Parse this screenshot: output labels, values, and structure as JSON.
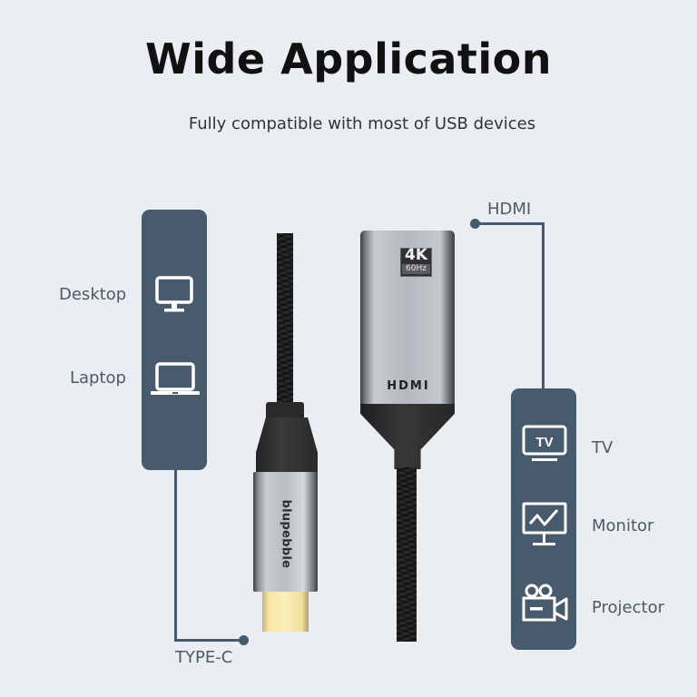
{
  "header": {
    "title": "Wide Application",
    "subtitle": "Fully compatible with most of USB devices"
  },
  "source_panel": {
    "connector_label": "TYPE-C",
    "items": [
      {
        "label": "Desktop",
        "icon": "desktop-monitor-icon"
      },
      {
        "label": "Laptop",
        "icon": "laptop-icon"
      }
    ]
  },
  "target_panel": {
    "connector_label": "HDMI",
    "items": [
      {
        "label": "TV",
        "icon": "tv-icon",
        "icon_text": "TV"
      },
      {
        "label": "Monitor",
        "icon": "monitor-chart-icon"
      },
      {
        "label": "Projector",
        "icon": "projector-camera-icon"
      }
    ]
  },
  "product": {
    "usb_c_brand": "blupebble",
    "hdmi_badge_main": "4K",
    "hdmi_badge_sub": "60Hz",
    "hdmi_logo": "HDMI"
  },
  "colors": {
    "background": "#eaeef3",
    "panel": "#475b6d",
    "label_text": "#4d5a66",
    "title_text": "#111111"
  }
}
